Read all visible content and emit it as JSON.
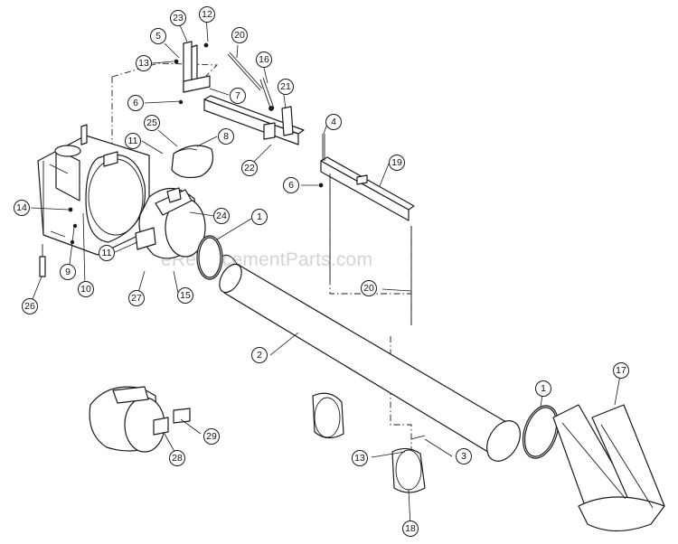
{
  "watermark": "eReplacementParts.com",
  "callouts": [
    "23",
    "12",
    "5",
    "20",
    "13",
    "16",
    "6",
    "7",
    "21",
    "25",
    "8",
    "11",
    "4",
    "22",
    "6",
    "19",
    "14",
    "24",
    "1",
    "11",
    "9",
    "10",
    "27",
    "15",
    "20",
    "26",
    "2",
    "1",
    "17",
    "13",
    "3",
    "29",
    "28",
    "18"
  ]
}
